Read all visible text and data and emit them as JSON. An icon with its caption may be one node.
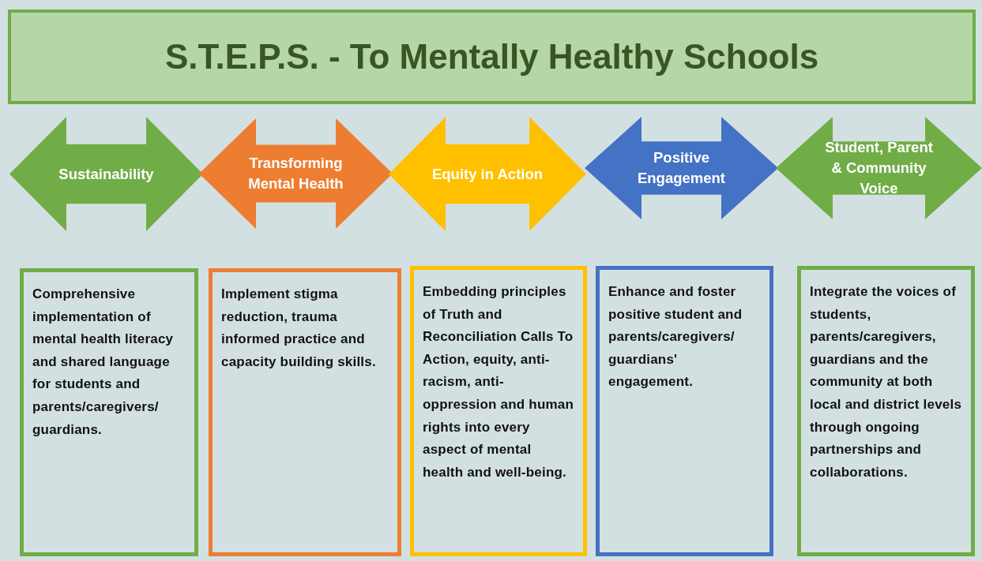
{
  "diagram": {
    "title": "S.T.E.P.S. - To Mentally Healthy Schools",
    "nodes": [
      {
        "text": [
          "Sustainability"
        ]
      },
      {
        "text": [
          "Transforming Mental Health"
        ]
      },
      {
        "text": [
          "Equity in Action"
        ]
      },
      {
        "text": [
          "Positive Engagement"
        ]
      },
      {
        "text": [
          "Student, Parent & Community Voice"
        ]
      },
      {
        "text": [
          "Comprehensive implementation of mental health literacy and shared language for students and parents/caregivers/ guardians."
        ]
      },
      {
        "text": [
          "Implement stigma reduction, trauma informed practice and capacity building skills."
        ]
      },
      {
        "text": [
          "Embedding principles of Truth and Reconciliation Calls To Action, equity, anti-racism, anti-oppression and human rights into every aspect of mental health and well-being."
        ]
      },
      {
        "text": [
          "Enhance and foster positive student and parents/caregivers/ guardians' engagement."
        ]
      },
      {
        "text": [
          "Integrate the voices of students, parents/caregivers, guardians and the community at both local and district levels through ongoing partnerships and collaborations."
        ]
      }
    ]
  }
}
